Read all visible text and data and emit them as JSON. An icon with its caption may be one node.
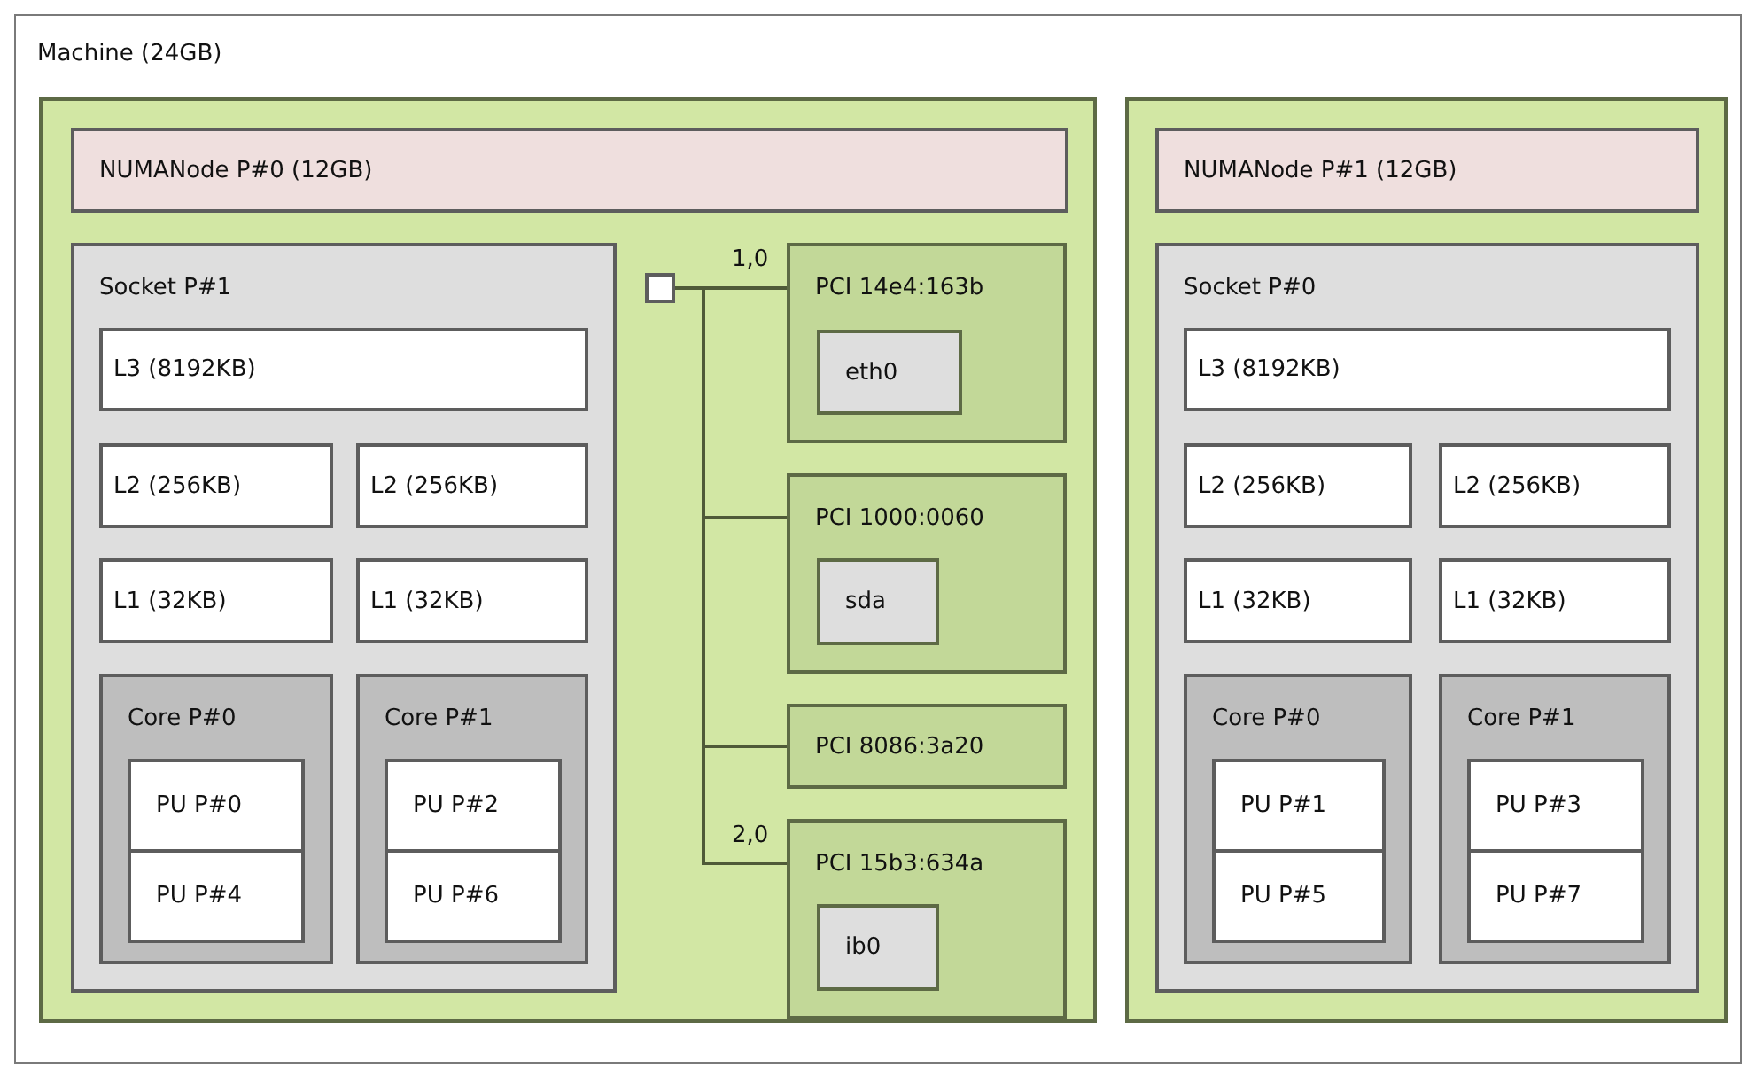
{
  "diagram": {
    "nodes": [
      {
        "text": [
          "Machine (24GB)"
        ]
      },
      {
        "text": [],
        "shape": "box",
        "in": 0
      },
      {
        "text": [
          "NUMANode P#0 (12GB)"
        ],
        "in": 1
      },
      {
        "text": [
          "Socket P#1"
        ],
        "in": 1
      },
      {
        "text": [
          "L3 (8192KB)"
        ],
        "in": 3
      },
      {
        "text": [
          "L2 (256KB)"
        ],
        "in": 3
      },
      {
        "text": [
          "L2 (256KB)"
        ],
        "in": 3
      },
      {
        "text": [
          "L1 (32KB)"
        ],
        "in": 3
      },
      {
        "text": [
          "L1 (32KB)"
        ],
        "in": 3
      },
      {
        "text": [
          "Core P#0"
        ],
        "in": 3
      },
      {
        "text": [
          "PU P#0"
        ],
        "in": 9
      },
      {
        "text": [
          "PU P#4"
        ],
        "in": 9
      },
      {
        "text": [
          "Core P#1"
        ],
        "in": 3
      },
      {
        "text": [
          "PU P#2"
        ],
        "in": 12
      },
      {
        "text": [
          "PU P#6"
        ],
        "in": 12
      },
      {
        "text": [],
        "shape": "box",
        "in": 1
      },
      {
        "text": [
          "PCI 14e4:163b"
        ],
        "in": 1
      },
      {
        "text": [
          "eth0"
        ],
        "in": 16
      },
      {
        "text": [
          "PCI 1000:0060"
        ],
        "in": 1
      },
      {
        "text": [
          "sda"
        ],
        "in": 18
      },
      {
        "text": [
          "PCI 8086:3a20"
        ],
        "in": 1
      },
      {
        "text": [
          "PCI 15b3:634a"
        ],
        "in": 1
      },
      {
        "text": [
          "ib0"
        ],
        "in": 21
      },
      {
        "text": [],
        "shape": "box",
        "in": 0
      },
      {
        "text": [
          "NUMANode P#1 (12GB)"
        ],
        "in": 23
      },
      {
        "text": [
          "Socket P#0"
        ],
        "in": 23
      },
      {
        "text": [
          "L3 (8192KB)"
        ],
        "in": 25
      },
      {
        "text": [
          "L2 (256KB)"
        ],
        "in": 25
      },
      {
        "text": [
          "L2 (256KB)"
        ],
        "in": 25
      },
      {
        "text": [
          "L1 (32KB)"
        ],
        "in": 25
      },
      {
        "text": [
          "L1 (32KB)"
        ],
        "in": 25
      },
      {
        "text": [
          "Core P#0"
        ],
        "in": 25
      },
      {
        "text": [
          "PU P#1"
        ],
        "in": 31
      },
      {
        "text": [
          "PU P#5"
        ],
        "in": 31
      },
      {
        "text": [
          "Core P#1"
        ],
        "in": 25
      },
      {
        "text": [
          "PU P#3"
        ],
        "in": 34
      },
      {
        "text": [
          "PU P#7"
        ],
        "in": 34
      }
    ],
    "edges": [
      {
        "from": 15,
        "to": 16,
        "arrow": "none",
        "label": "1,0"
      },
      {
        "from": 15,
        "to": 18,
        "arrow": "none"
      },
      {
        "from": 15,
        "to": 20,
        "arrow": "none"
      },
      {
        "from": 15,
        "to": 21,
        "arrow": "none",
        "label": "2,0"
      }
    ]
  }
}
